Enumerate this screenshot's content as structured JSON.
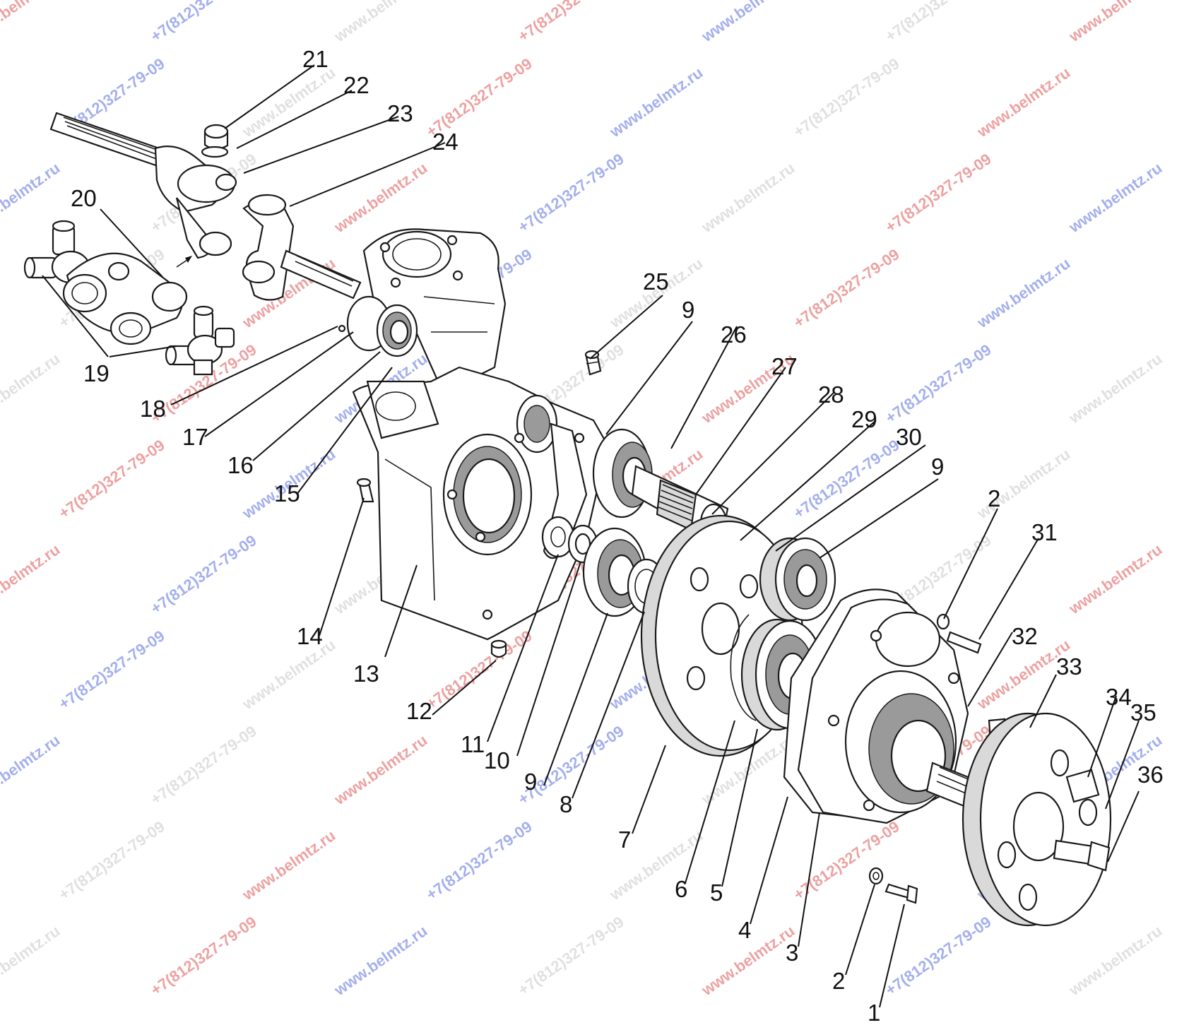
{
  "callouts": [
    {
      "n": "1"
    },
    {
      "n": "2"
    },
    {
      "n": "2"
    },
    {
      "n": "3"
    },
    {
      "n": "4"
    },
    {
      "n": "5"
    },
    {
      "n": "6"
    },
    {
      "n": "7"
    },
    {
      "n": "8"
    },
    {
      "n": "9"
    },
    {
      "n": "9"
    },
    {
      "n": "9"
    },
    {
      "n": "10"
    },
    {
      "n": "11"
    },
    {
      "n": "12"
    },
    {
      "n": "13"
    },
    {
      "n": "14"
    },
    {
      "n": "15"
    },
    {
      "n": "16"
    },
    {
      "n": "17"
    },
    {
      "n": "18"
    },
    {
      "n": "19"
    },
    {
      "n": "20"
    },
    {
      "n": "21"
    },
    {
      "n": "22"
    },
    {
      "n": "23"
    },
    {
      "n": "24"
    },
    {
      "n": "25"
    },
    {
      "n": "26"
    },
    {
      "n": "27"
    },
    {
      "n": "28"
    },
    {
      "n": "29"
    },
    {
      "n": "30"
    },
    {
      "n": "31"
    },
    {
      "n": "32"
    },
    {
      "n": "33"
    },
    {
      "n": "34"
    },
    {
      "n": "35"
    },
    {
      "n": "36"
    }
  ],
  "watermarks": {
    "site": "www.belmtz.ru",
    "phone": "+7(812)327-79-09",
    "colors": {
      "red": "#e05656",
      "blue": "#5b6fe0",
      "gray": "#c8c8c8"
    }
  }
}
